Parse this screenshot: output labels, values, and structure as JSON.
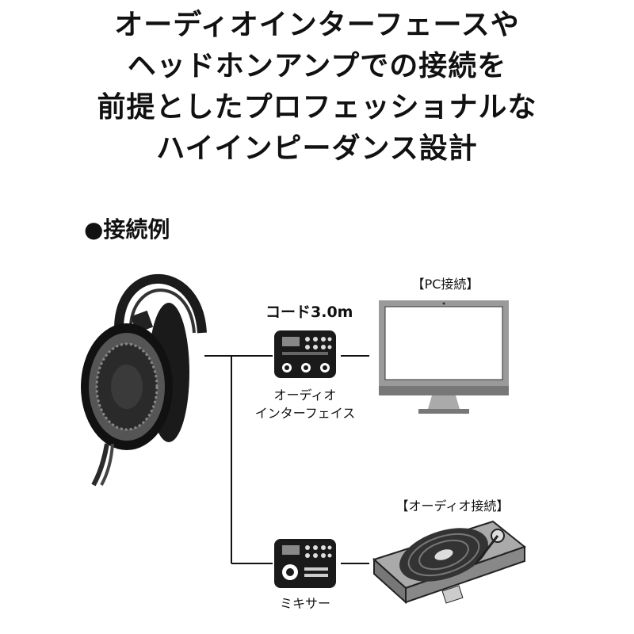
{
  "headline": {
    "lines": [
      "オーディオインターフェースや",
      "ヘッドホンアンプでの接続を",
      "前提としたプロフェッショナルな",
      "ハイインピーダンス設計"
    ]
  },
  "section_title": "●接続例",
  "diagram": {
    "cord_label": "コード3.0m",
    "pc_label": "【PC接続】",
    "audio_label": "【オーディオ接続】",
    "interface_label_line1": "オーディオ",
    "interface_label_line2": "インターフェイス",
    "mixer_label": "ミキサー"
  },
  "icons": [
    "headphones-icon",
    "audio-interface-icon",
    "monitor-icon",
    "mixer-icon",
    "turntable-icon"
  ]
}
